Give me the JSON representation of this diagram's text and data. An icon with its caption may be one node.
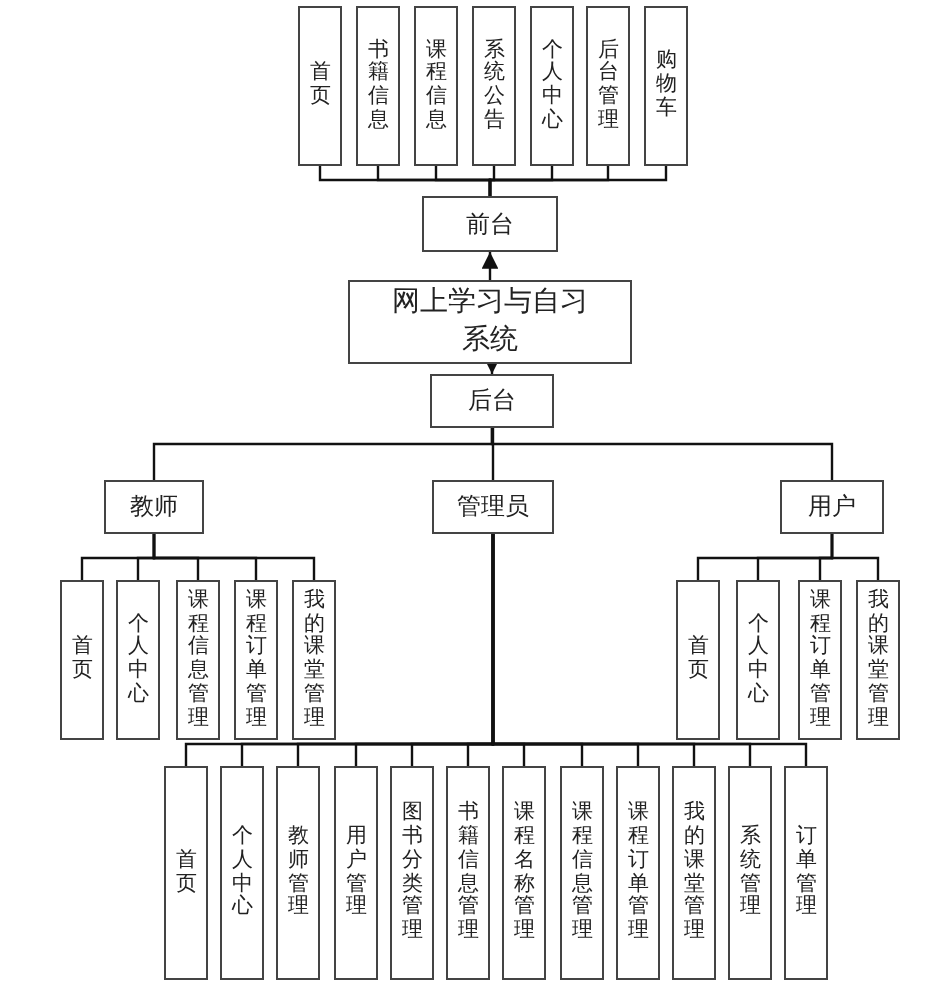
{
  "diagram": {
    "nodes": [
      {
        "text": [
          "网上学习与自习系统"
        ]
      },
      {
        "text": [
          "前台"
        ]
      },
      {
        "text": [
          "首页"
        ]
      },
      {
        "text": [
          "书籍信息"
        ]
      },
      {
        "text": [
          "课程信息"
        ]
      },
      {
        "text": [
          "系统公告"
        ]
      },
      {
        "text": [
          "个人中心"
        ]
      },
      {
        "text": [
          "后台管理"
        ]
      },
      {
        "text": [
          "购物车"
        ]
      },
      {
        "text": [
          "后台"
        ]
      },
      {
        "text": [
          "教师"
        ]
      },
      {
        "text": [
          "管理员"
        ]
      },
      {
        "text": [
          "用户"
        ]
      },
      {
        "text": [
          "首页"
        ]
      },
      {
        "text": [
          "个人中心"
        ]
      },
      {
        "text": [
          "课程信息管理"
        ]
      },
      {
        "text": [
          "课程订单管理"
        ]
      },
      {
        "text": [
          "我的课堂管理"
        ]
      },
      {
        "text": [
          "首页"
        ]
      },
      {
        "text": [
          "个人中心"
        ]
      },
      {
        "text": [
          "课程订单管理"
        ]
      },
      {
        "text": [
          "我的课堂管理"
        ]
      },
      {
        "text": [
          "首页"
        ]
      },
      {
        "text": [
          "个人中心"
        ]
      },
      {
        "text": [
          "教师管理"
        ]
      },
      {
        "text": [
          "用户管理"
        ]
      },
      {
        "text": [
          "图书分类管理"
        ]
      },
      {
        "text": [
          "书籍信息管理"
        ]
      },
      {
        "text": [
          "课程名称管理"
        ]
      },
      {
        "text": [
          "课程信息管理"
        ]
      },
      {
        "text": [
          "课程订单管理"
        ]
      },
      {
        "text": [
          "我的课堂管理"
        ]
      },
      {
        "text": [
          "系统管理"
        ]
      },
      {
        "text": [
          "订单管理"
        ]
      }
    ],
    "edges": [
      {
        "from": 0,
        "to": 1,
        "arrow": "to"
      },
      {
        "from": 1,
        "to": 2,
        "arrow": "none"
      },
      {
        "from": 1,
        "to": 3,
        "arrow": "none"
      },
      {
        "from": 1,
        "to": 4,
        "arrow": "none"
      },
      {
        "from": 1,
        "to": 5,
        "arrow": "none"
      },
      {
        "from": 1,
        "to": 6,
        "arrow": "none"
      },
      {
        "from": 1,
        "to": 7,
        "arrow": "none"
      },
      {
        "from": 1,
        "to": 8,
        "arrow": "none"
      },
      {
        "from": 0,
        "to": 9,
        "arrow": "to"
      },
      {
        "from": 9,
        "to": 10,
        "arrow": "none"
      },
      {
        "from": 9,
        "to": 11,
        "arrow": "none"
      },
      {
        "from": 9,
        "to": 12,
        "arrow": "none"
      },
      {
        "from": 10,
        "to": 13,
        "arrow": "none"
      },
      {
        "from": 10,
        "to": 14,
        "arrow": "none"
      },
      {
        "from": 10,
        "to": 15,
        "arrow": "none"
      },
      {
        "from": 10,
        "to": 16,
        "arrow": "none"
      },
      {
        "from": 10,
        "to": 17,
        "arrow": "none"
      },
      {
        "from": 12,
        "to": 18,
        "arrow": "none"
      },
      {
        "from": 12,
        "to": 19,
        "arrow": "none"
      },
      {
        "from": 12,
        "to": 20,
        "arrow": "none"
      },
      {
        "from": 12,
        "to": 21,
        "arrow": "none"
      },
      {
        "from": 11,
        "to": 22,
        "arrow": "none"
      },
      {
        "from": 11,
        "to": 23,
        "arrow": "none"
      },
      {
        "from": 11,
        "to": 24,
        "arrow": "none"
      },
      {
        "from": 11,
        "to": 25,
        "arrow": "none"
      },
      {
        "from": 11,
        "to": 26,
        "arrow": "none"
      },
      {
        "from": 11,
        "to": 27,
        "arrow": "none"
      },
      {
        "from": 11,
        "to": 28,
        "arrow": "none"
      },
      {
        "from": 11,
        "to": 29,
        "arrow": "none"
      },
      {
        "from": 11,
        "to": 30,
        "arrow": "none"
      },
      {
        "from": 11,
        "to": 31,
        "arrow": "none"
      },
      {
        "from": 11,
        "to": 32,
        "arrow": "none"
      },
      {
        "from": 11,
        "to": 33,
        "arrow": "none"
      }
    ]
  }
}
